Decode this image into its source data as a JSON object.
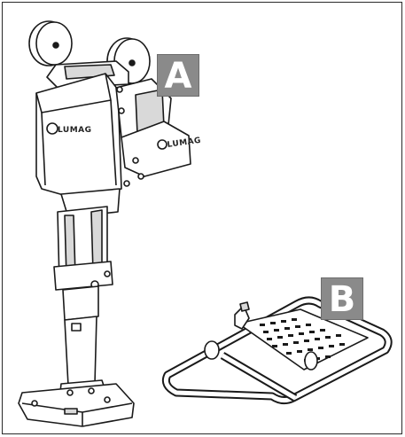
{
  "labels": {
    "part_a": "A",
    "part_b": "B"
  },
  "brand": {
    "logo_text_body": "LUMAG",
    "logo_text_side": "LUMAG"
  },
  "colors": {
    "line": "#1a1a1a",
    "fill": "#ffffff",
    "shade": "#d9d9d9",
    "badge": "#8a8a8a"
  }
}
